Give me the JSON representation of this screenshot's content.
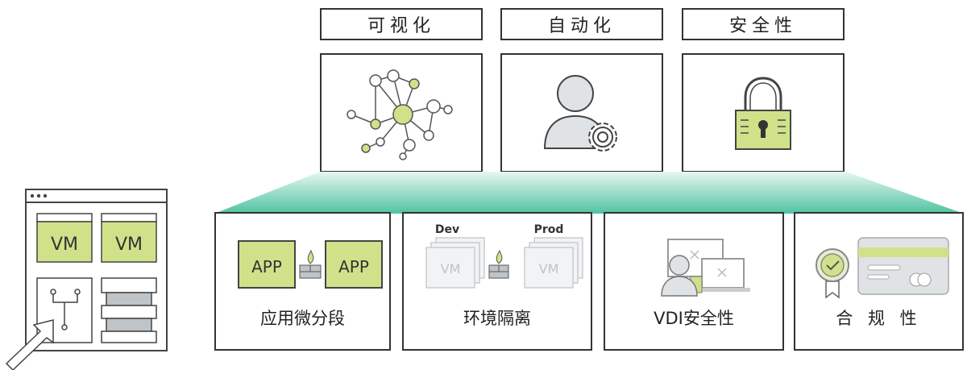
{
  "top_features": [
    {
      "label": "可视化",
      "icon": "network-graph-icon"
    },
    {
      "label": "自动化",
      "icon": "user-gear-icon"
    },
    {
      "label": "安全性",
      "icon": "padlock-icon"
    }
  ],
  "use_cases": [
    {
      "label": "应用微分段",
      "icon": "app-microsegmentation-icon",
      "app1": "APP",
      "app2": "APP"
    },
    {
      "label": "环境隔离",
      "icon": "environment-isolation-icon",
      "dev": "Dev",
      "prod": "Prod",
      "vm1": "VM",
      "vm2": "VM"
    },
    {
      "label": "VDI安全性",
      "icon": "vdi-devices-icon"
    },
    {
      "label": "合 规 性",
      "icon": "compliance-card-icon"
    }
  ],
  "workload": {
    "vm1": "VM",
    "vm2": "VM"
  },
  "colors": {
    "accent_green": "#cfe28a",
    "teal": "#5ec9a8",
    "border": "#333333",
    "light_gray": "#dfe3e6"
  }
}
